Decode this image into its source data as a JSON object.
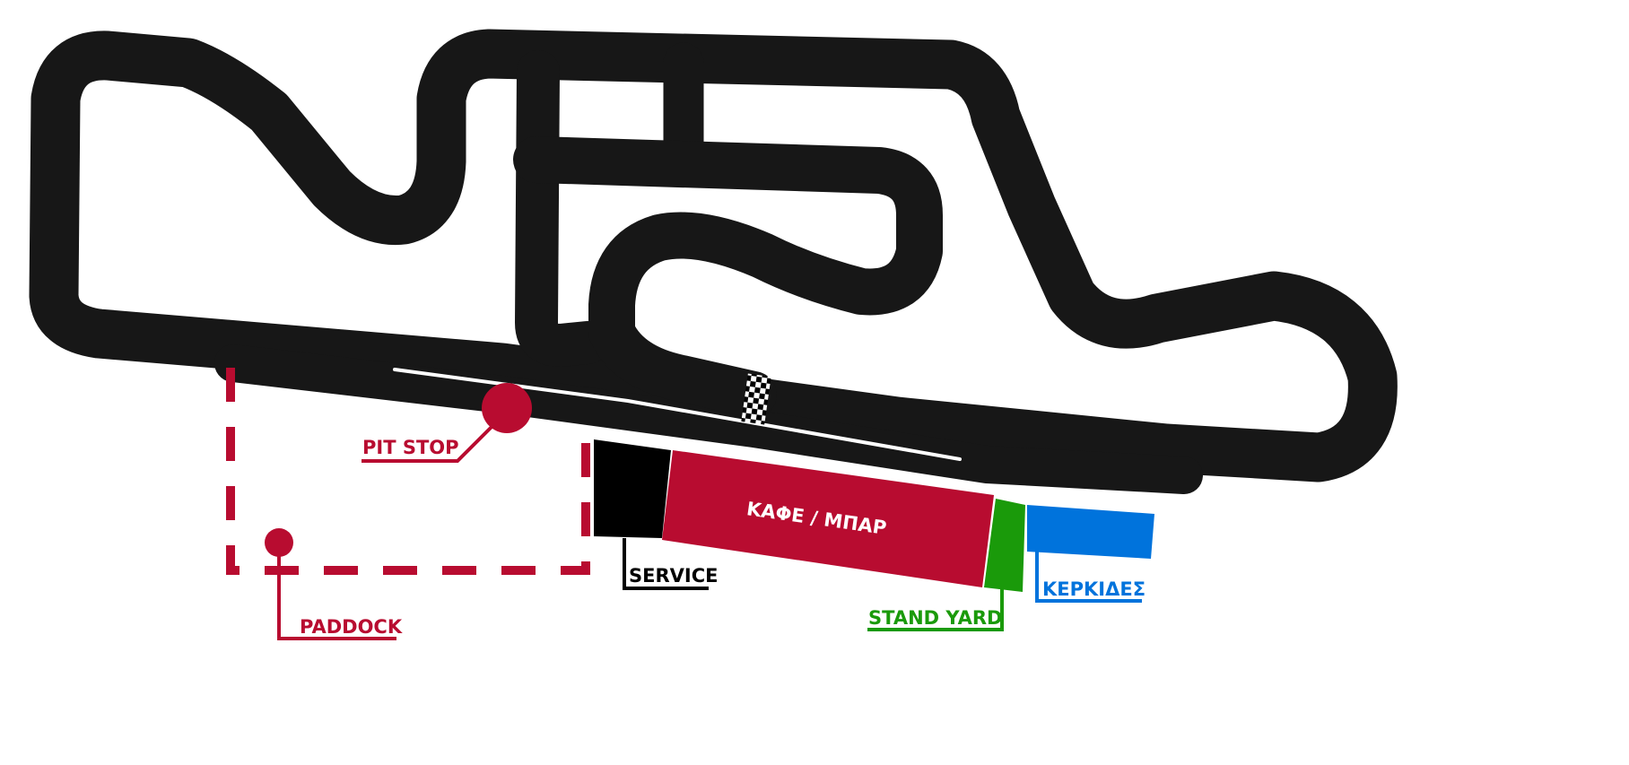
{
  "map": {
    "zones": {
      "service": {
        "label": "SERVICE",
        "color": "#000000"
      },
      "cafe_bar": {
        "label": "ΚΑΦΕ / ΜΠΑΡ",
        "color": "#b80c30"
      },
      "stand_yard": {
        "label": "STAND YARD",
        "color": "#1a9a0a"
      },
      "stands": {
        "label": "ΚΕΡΚΙΔΕΣ",
        "color": "#0073dc"
      },
      "paddock": {
        "label": "PADDOCK",
        "color": "#b80c30"
      },
      "pit_stop": {
        "label": "PIT STOP",
        "color": "#b80c30"
      }
    },
    "track_color": "#171717",
    "finish_line_icon": "checkered-flag"
  }
}
